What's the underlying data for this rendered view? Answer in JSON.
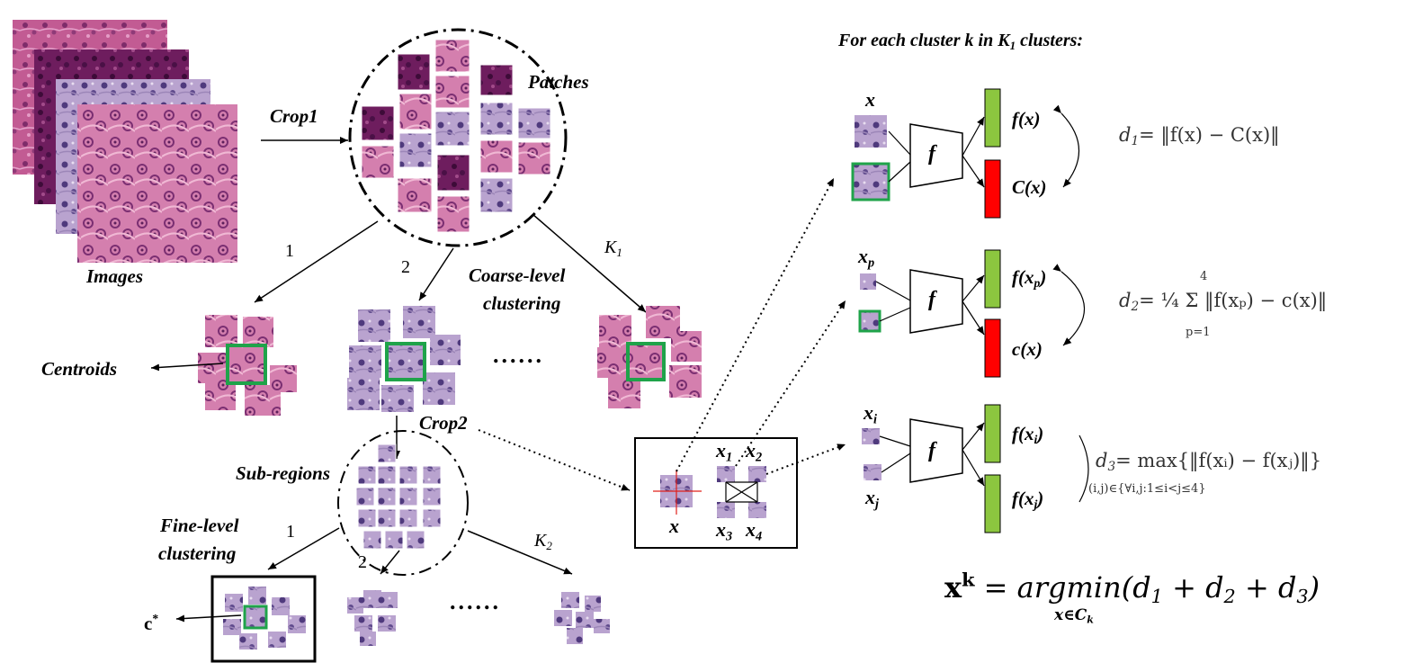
{
  "header": {
    "title": "For each cluster k in K",
    "title_sub": "1",
    "title_tail": " clusters:"
  },
  "left": {
    "images_label": "Images",
    "crop1_label": "Crop1",
    "patches_label": "Patches",
    "coarse_label_1": "Coarse-level",
    "coarse_label_2": "clustering",
    "centroids_label": "Centroids",
    "branch_1": "1",
    "branch_2": "2",
    "branch_k1": "K",
    "branch_k1_sub": "1",
    "ellipsis": "......",
    "crop2_label": "Crop2",
    "subregions_label": "Sub-regions",
    "fine_label_1": "Fine-level",
    "fine_label_2": "clustering",
    "fine_branch_1": "1",
    "fine_branch_2": "2",
    "fine_branch_k2": "K",
    "fine_branch_k2_sub": "2",
    "fine_ellipsis": "......",
    "c_star": "c",
    "c_star_sup": "*"
  },
  "sampling_box": {
    "x_label": "x",
    "x1": "x",
    "x1_sub": "1",
    "x2": "x",
    "x2_sub": "2",
    "x3": "x",
    "x3_sub": "3",
    "x4": "x",
    "x4_sub": "4"
  },
  "rows": [
    {
      "in_top": "x",
      "in_top_sub": "",
      "in_bottom": "",
      "in_bottom_sub": "",
      "net": "f",
      "out_top": "f(x)",
      "out_bottom": "C(x)",
      "out_top_color": "#8cc63f",
      "out_bottom_color": "#ff0000",
      "d_name": "d",
      "d_sub": "1",
      "formula": "= ‖f(x) − C(x)‖",
      "formula_under": ""
    },
    {
      "in_top": "x",
      "in_top_sub": "p",
      "in_bottom": "",
      "in_bottom_sub": "",
      "net": "f",
      "out_top": "f(x",
      "out_top_sub": "p",
      "out_top_close": ")",
      "out_bottom": "c(x)",
      "out_top_color": "#8cc63f",
      "out_bottom_color": "#ff0000",
      "d_name": "d",
      "d_sub": "2",
      "formula": "= ¼ Σ ‖f(xₚ) − c(x)‖",
      "sum_top": "4",
      "sum_bottom": "p=1"
    },
    {
      "in_top": "x",
      "in_top_sub": "i",
      "in_bottom": "x",
      "in_bottom_sub": "j",
      "net": "f",
      "out_top": "f(x",
      "out_top_sub": "i",
      "out_top_close": ")",
      "out_bottom": "f(x",
      "out_bottom_sub": "j",
      "out_bottom_close": ")",
      "out_top_color": "#8cc63f",
      "out_bottom_color": "#8cc63f",
      "d_name": "d",
      "d_sub": "3",
      "formula": "= max{‖f(xᵢ) − f(xⱼ)‖}",
      "formula_under": "(i,j)∈{∀i,j:1≤i<j≤4}"
    }
  ],
  "objective": {
    "lhs": "x",
    "lhs_sup": "k",
    "eq": " = argmin(d",
    "s1": "1",
    "p1": " + d",
    "s2": "2",
    "p2": " + d",
    "s3": "3",
    "close": ")",
    "under": "x∈C",
    "under_sub": "k"
  },
  "colors": {
    "accent_green": "#1fa34a",
    "feature_green": "#8cc63f",
    "feature_red": "#ff0000",
    "tissue_pink": "#c25b93",
    "tissue_purple": "#7a5a9e"
  }
}
